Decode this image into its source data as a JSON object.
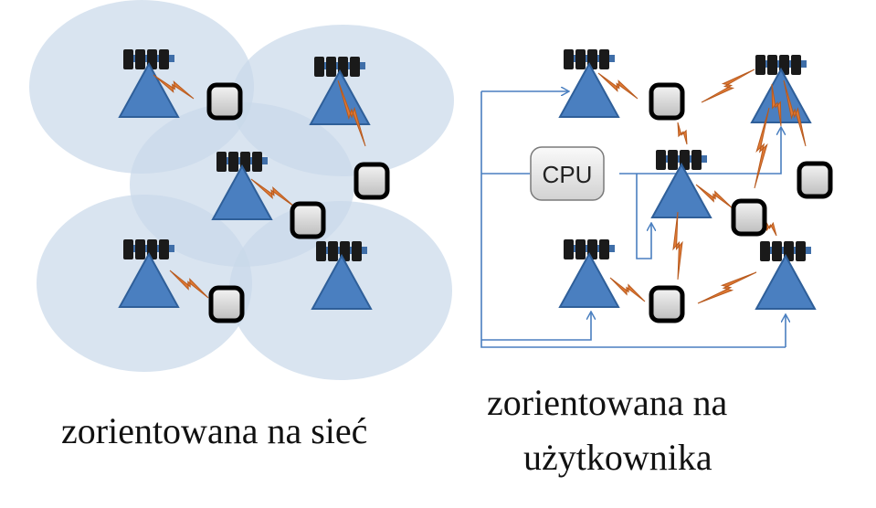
{
  "left_panel": {
    "caption": "zorientowana na sieć"
  },
  "right_panel": {
    "caption_line1": "zorientowana na",
    "caption_line2": "użytkownika",
    "cpu_label": "CPU"
  },
  "colors": {
    "cell_coverage": "#c9d8ea",
    "base_station": "#4a7fc0",
    "antenna": "#1a1a1a",
    "antenna_bar": "#3f6ea8",
    "wireless_link": "#e07a35",
    "backhaul": "#4a7fc0",
    "user_device": "#c8c8c8"
  }
}
